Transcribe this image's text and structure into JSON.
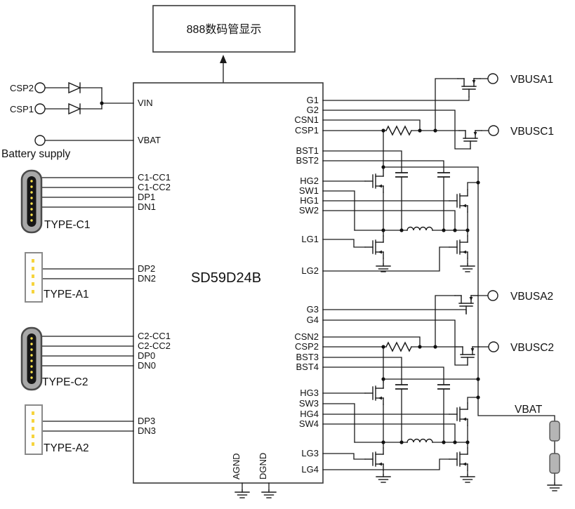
{
  "display": {
    "label": "888数码管显示"
  },
  "chip": {
    "name": "SD59D24B"
  },
  "left_side": {
    "csp2_label": "CSP2",
    "csp1_label": "CSP1",
    "battery_label": "Battery supply",
    "connectors": [
      {
        "label": "TYPE-C1"
      },
      {
        "label": "TYPE-A1"
      },
      {
        "label": "TYPE-C2"
      },
      {
        "label": "TYPE-A2"
      }
    ]
  },
  "left_pins": [
    "VIN",
    "VBAT",
    "C1-CC1",
    "C1-CC2",
    "DP1",
    "DN1",
    "DP2",
    "DN2",
    "C2-CC1",
    "C2-CC2",
    "DP0",
    "DN0",
    "DP3",
    "DN3"
  ],
  "bottom_pins": [
    "AGND",
    "DGND"
  ],
  "right_pins": [
    "G1",
    "G2",
    "CSN1",
    "CSP1",
    "BST1",
    "BST2",
    "HG2",
    "SW1",
    "HG1",
    "SW2",
    "LG1",
    "LG2",
    "G3",
    "G4",
    "CSN2",
    "CSP2",
    "BST3",
    "BST4",
    "HG3",
    "SW3",
    "HG4",
    "SW4",
    "LG3",
    "LG4"
  ],
  "outputs": {
    "vbusa1": "VBUSA1",
    "vbusc1": "VBUSC1",
    "vbusa2": "VBUSA2",
    "vbusc2": "VBUSC2",
    "vbat_rail": "VBAT"
  },
  "colors": {
    "wire": "#1a1a1a",
    "connector_pin": "#ffe34d",
    "connector_shell": "#a8a8a8"
  }
}
